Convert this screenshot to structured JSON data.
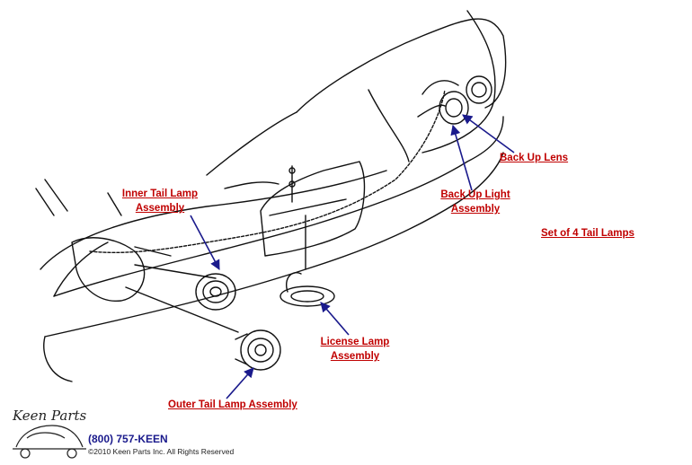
{
  "labels": {
    "back_up_lens": "Back Up Lens",
    "back_up_light_assembly_l1": "Back Up Light",
    "back_up_light_assembly_l2": "Assembly",
    "set_of_4_tail_lamps": "Set of 4 Tail Lamps",
    "inner_tail_lamp_l1": "Inner Tail Lamp",
    "inner_tail_lamp_l2": "Assembly",
    "license_lamp_l1": "License Lamp",
    "license_lamp_l2": "Assembly",
    "outer_tail_lamp": "Outer Tail Lamp Assembly"
  },
  "footer": {
    "logo_text": "Keen Parts",
    "phone": "(800) 757-KEEN",
    "copyright": "©2010 Keen Parts Inc. All Rights Reserved"
  },
  "colors": {
    "label": "#c00000",
    "arrow": "#1a1a8c",
    "line": "#111111"
  }
}
